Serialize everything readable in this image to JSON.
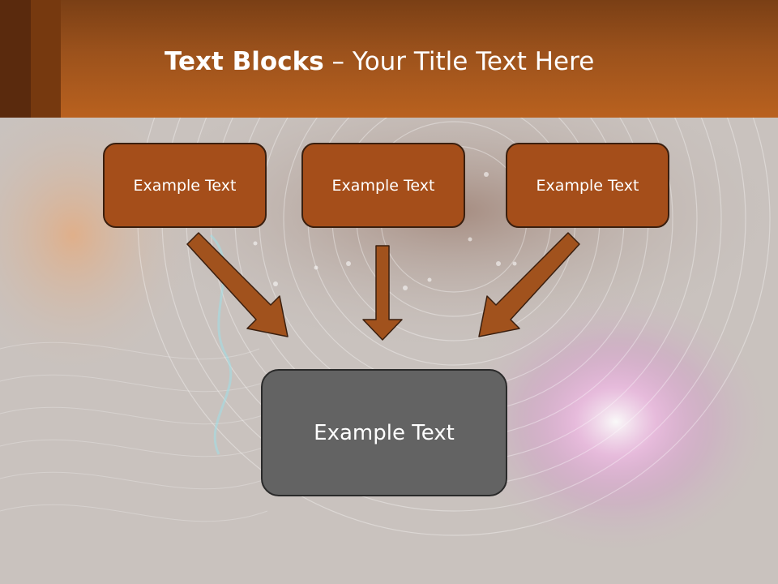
{
  "title": {
    "bold": "Text Blocks",
    "separator": " – ",
    "rest": "Your Title Text Here"
  },
  "boxes": {
    "top": [
      "Example Text",
      "Example Text",
      "Example Text"
    ],
    "bottom": "Example Text"
  },
  "colors": {
    "header_dark": "#5a2a0d",
    "header_mid": "#9c521c",
    "header_light": "#b9611f",
    "box_fill": "#a54e1a",
    "box_border": "#3a1f0f",
    "arrow_fill": "#a1521d",
    "bottom_box_fill": "#636363",
    "background": "#c9c2be"
  }
}
